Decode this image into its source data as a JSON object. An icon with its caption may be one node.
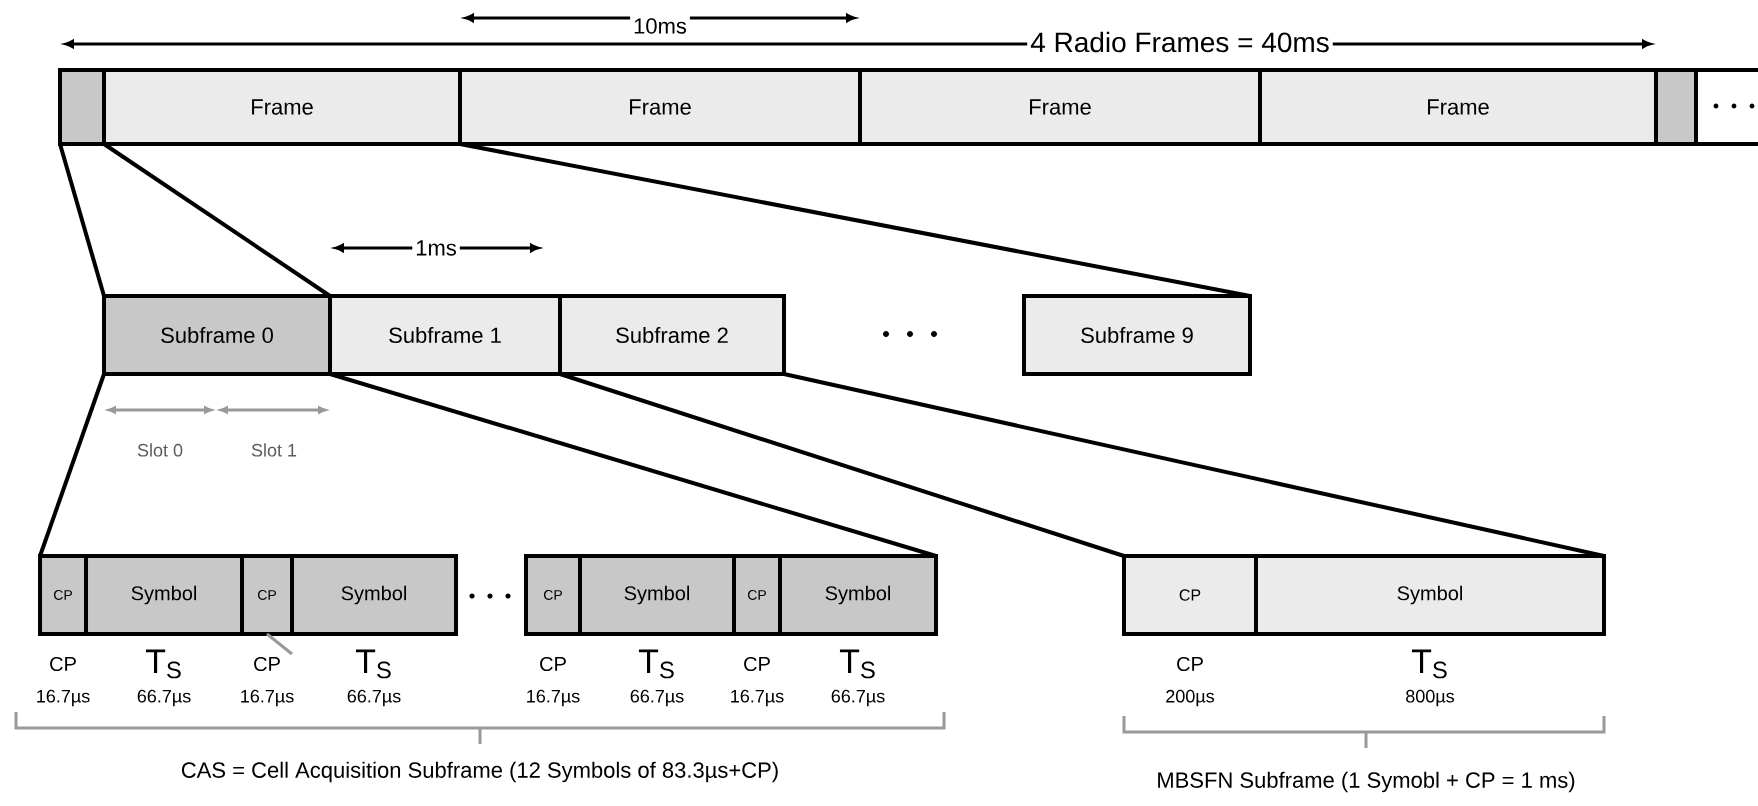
{
  "diagram": {
    "nodes": [
      {
        "text": [],
        "shape": "box"
      },
      {
        "text": [
          "Frame"
        ]
      },
      {
        "text": [
          "Frame"
        ]
      },
      {
        "text": [
          "Frame"
        ]
      },
      {
        "text": [
          "Frame"
        ]
      },
      {
        "text": [],
        "shape": "box"
      },
      {
        "text": [
          "Subframe 0"
        ]
      },
      {
        "text": [
          "Subframe 1"
        ]
      },
      {
        "text": [
          "Subframe 2"
        ]
      },
      {
        "text": [
          "Subframe 9"
        ]
      },
      {
        "text": [
          "CP"
        ],
        "beside": [
          "CP",
          "16.7µs"
        ]
      },
      {
        "text": [
          "Symbol"
        ],
        "beside": [
          "T$_{S}$",
          "66.7µs"
        ]
      },
      {
        "text": [
          "CP"
        ],
        "beside": [
          "CP",
          "16.7µs"
        ]
      },
      {
        "text": [
          "Symbol"
        ],
        "beside": [
          "T$_{S}$",
          "66.7µs"
        ]
      },
      {
        "text": [
          "CP"
        ],
        "beside": [
          "CP",
          "16.7µs"
        ]
      },
      {
        "text": [
          "Symbol"
        ],
        "beside": [
          "T$_{S}$",
          "66.7µs"
        ]
      },
      {
        "text": [
          "CP"
        ],
        "beside": [
          "CP",
          "16.7µs"
        ]
      },
      {
        "text": [
          "Symbol"
        ],
        "beside": [
          "T$_{S}$",
          "66.7µs"
        ]
      },
      {
        "text": [
          "CP"
        ],
        "beside": [
          "CP",
          "200µs"
        ]
      },
      {
        "text": [
          "Symbol"
        ],
        "beside": [
          "T$_{S}$",
          "800µs"
        ]
      }
    ],
    "edges": [
      {
        "from": 0,
        "to": 6,
        "arrow": "none"
      },
      {
        "from": 1,
        "to": 6,
        "arrow": "none"
      },
      {
        "from": 1,
        "to": 9,
        "arrow": "none"
      },
      {
        "from": 6,
        "to": 10,
        "arrow": "none"
      },
      {
        "from": 6,
        "to": 17,
        "arrow": "none"
      },
      {
        "from": 7,
        "to": 18,
        "arrow": "none"
      },
      {
        "from": 8,
        "to": 19,
        "arrow": "none"
      },
      {
        "from": 12,
        "to": null,
        "arrow": "none",
        "color": "#999999"
      }
    ],
    "labels": [
      "10ms",
      "4 Radio Frames = 40ms",
      "1ms",
      "Slot 0",
      "Slot 1",
      "CAS = Cell Acquisition Subframe (12 Symbols of 83.3µs+CP)",
      "MBSFN Subframe (1 Symobl + CP = 1 ms)"
    ]
  }
}
